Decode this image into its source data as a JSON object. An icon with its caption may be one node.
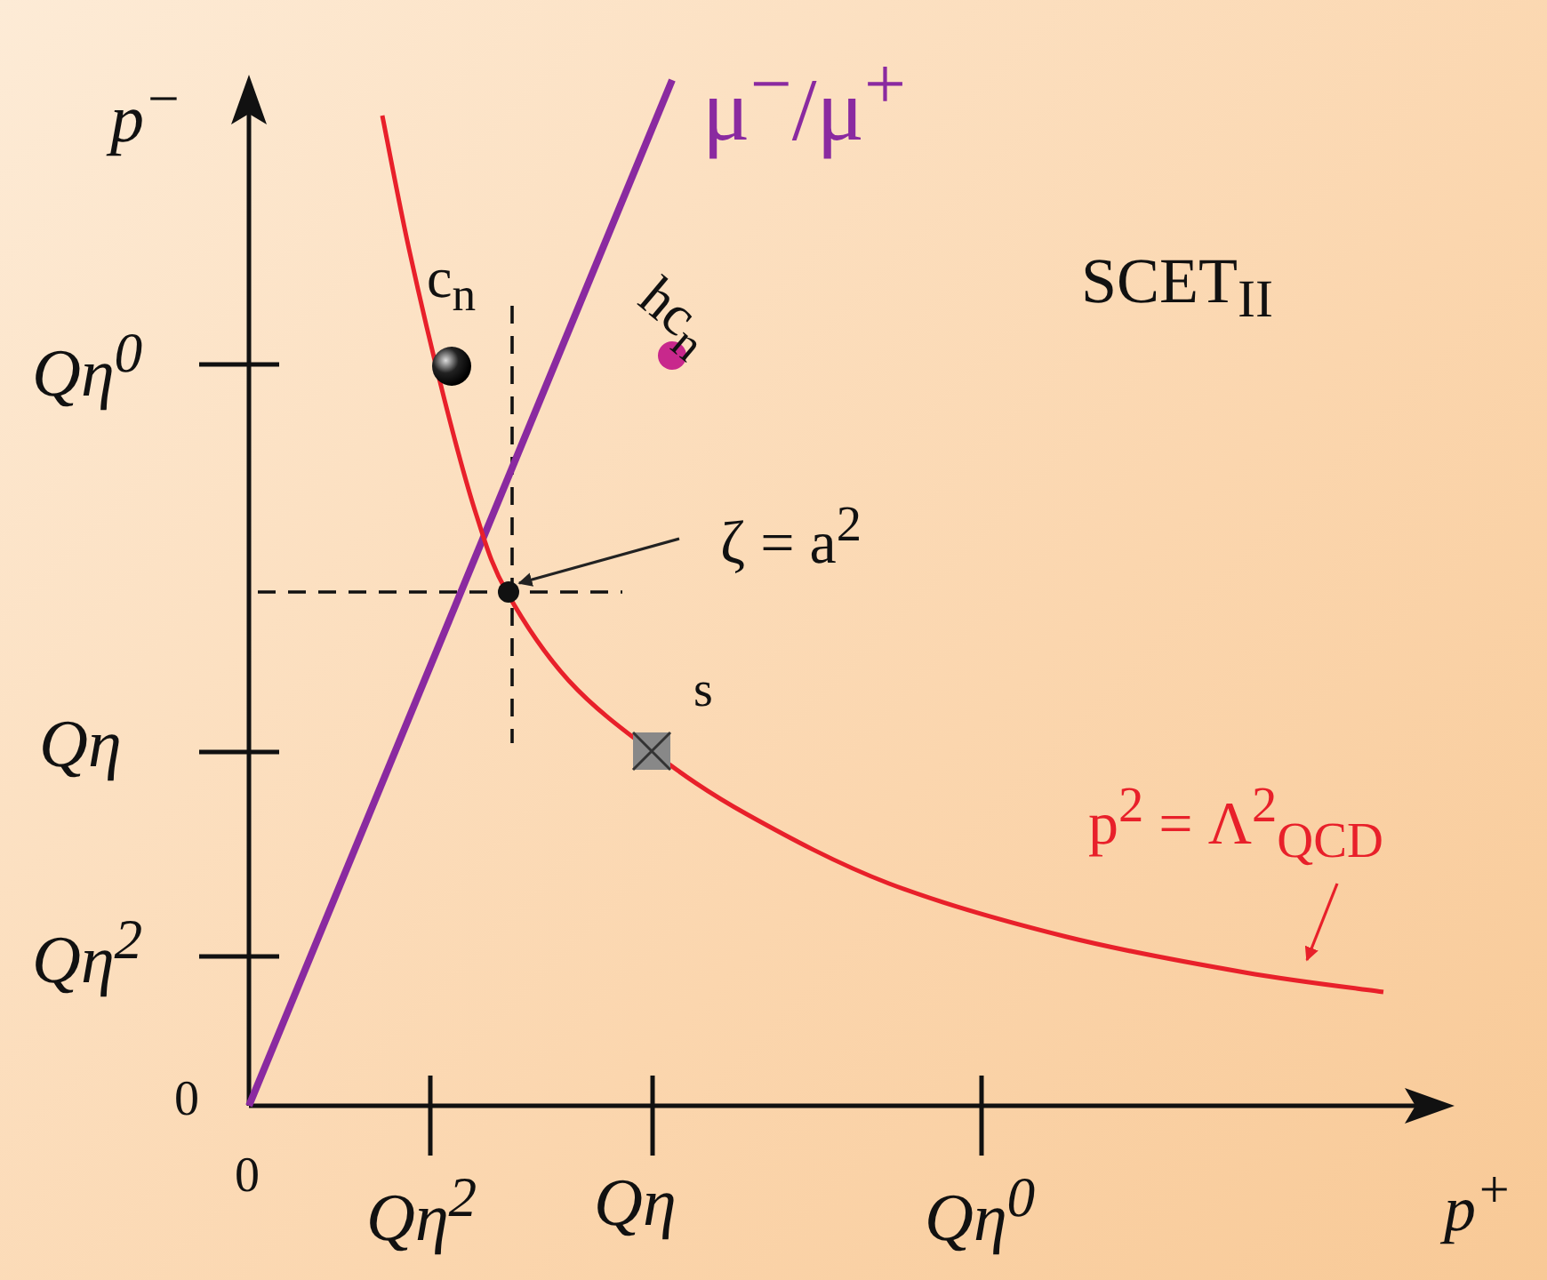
{
  "diagram": {
    "nodes": [
      {
        "text": [
          "ζ = a$^{2}$"
        ]
      },
      {
        "text": [],
        "shape": "circle"
      },
      {
        "text": [
          "p$^{2}$ = Λ$^{2}$$_{QCD}$"
        ]
      }
    ],
    "edges": [
      {
        "from": 0,
        "to": 1,
        "arrow": "to",
        "color": "#222222"
      },
      {
        "from": 2,
        "to": null,
        "arrow": "to",
        "color": "#e8202a"
      }
    ],
    "labels": [
      "p$^{−}$",
      "μ$^{−}$/μ$^{+}$",
      "c$_{n}$",
      "hc$_{n}$",
      "SCET$_{II}$",
      "s",
      "Qη$^{0}$",
      "Qη",
      "Qη$^{2}$",
      "0",
      "0",
      "Qη$^{2}$",
      "Qη",
      "Qη$^{0}$",
      "p$^{+}$"
    ]
  }
}
